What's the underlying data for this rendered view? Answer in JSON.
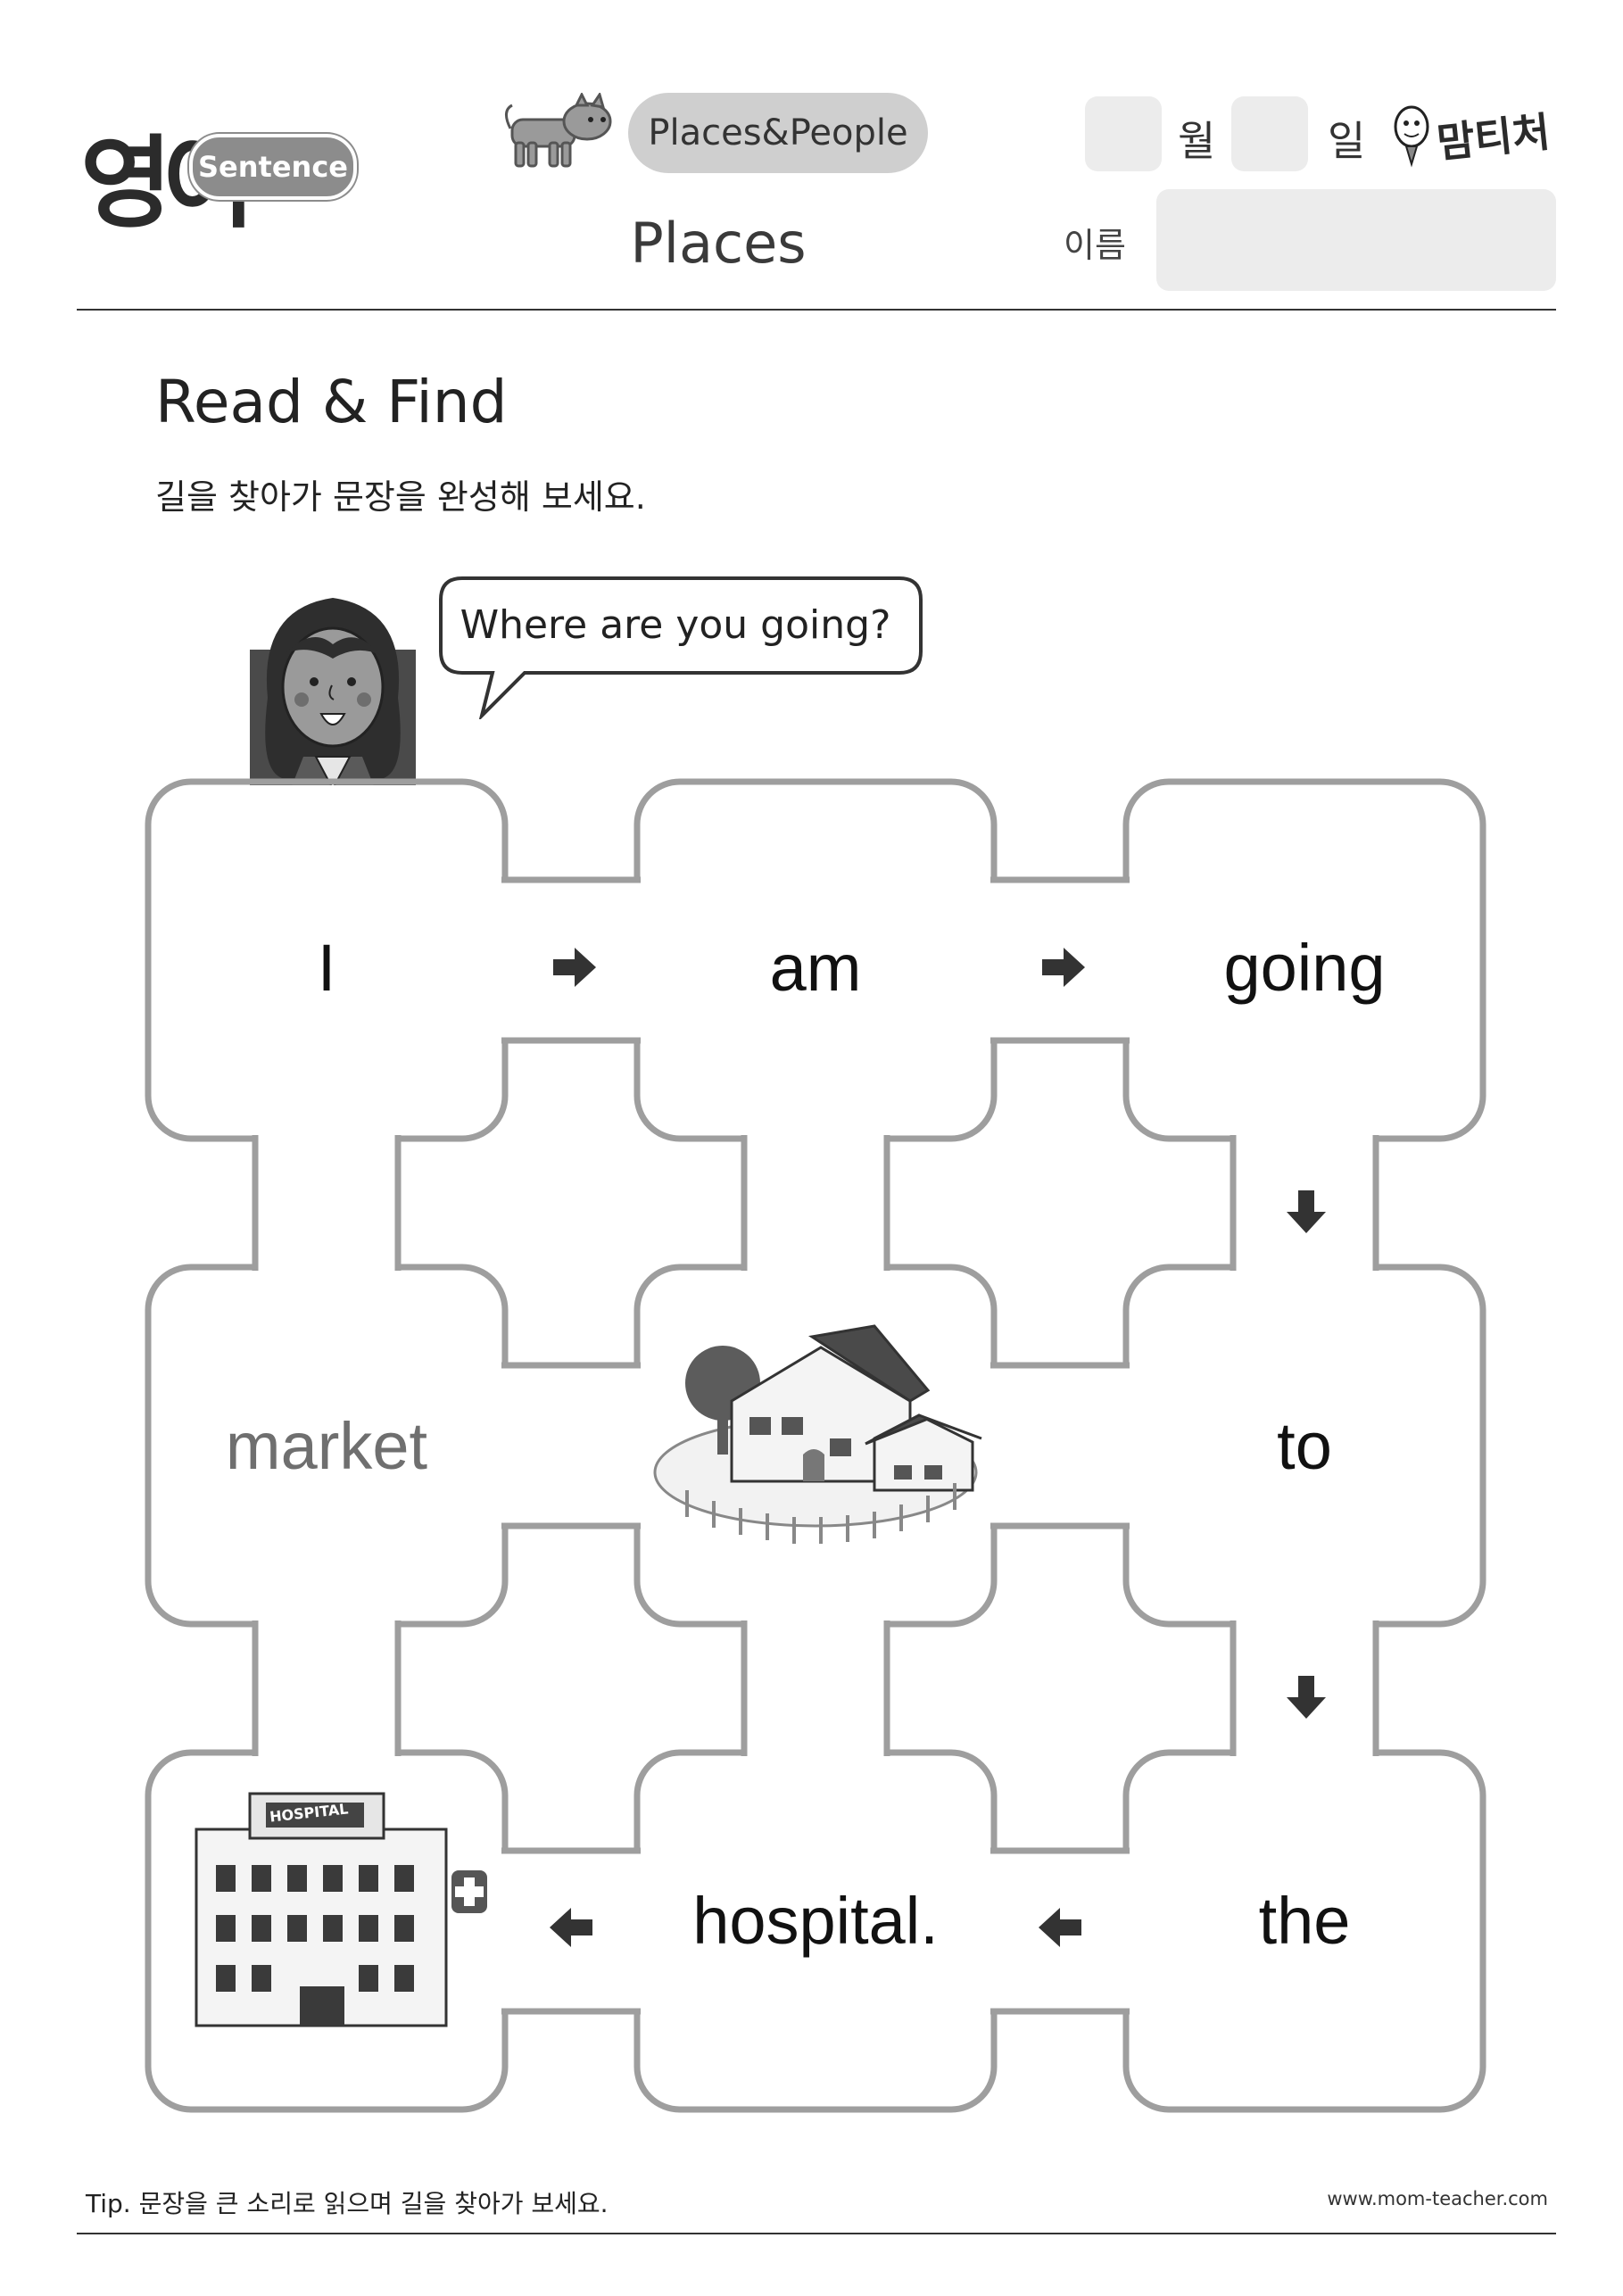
{
  "header": {
    "logo_text": "영어",
    "logo_badge": "Sentence",
    "topic": "Places&People",
    "title": "Places",
    "month_label": "월",
    "day_label": "일",
    "name_label": "이름",
    "brand": "맘티처"
  },
  "activity": {
    "title": "Read & Find",
    "instruction": "길을 찾아가 문장을 완성해 보세요.",
    "question": "Where are you going?"
  },
  "maze": {
    "words": {
      "r1c1": "I",
      "r1c2": "am",
      "r1c3": "going",
      "r2c1": "market",
      "r2c3": "to",
      "r3c2": "hospital.",
      "r3c3": "the"
    },
    "hospital_sign": "HOSPITAL",
    "arrows": [
      "right-arrow",
      "right-arrow",
      "down-arrow",
      "down-arrow",
      "left-arrow",
      "left-arrow"
    ]
  },
  "footer": {
    "tip": "Tip. 문장을 큰 소리로 읽으며 길을 찾아가 보세요.",
    "site": "www.mom-teacher.com"
  }
}
